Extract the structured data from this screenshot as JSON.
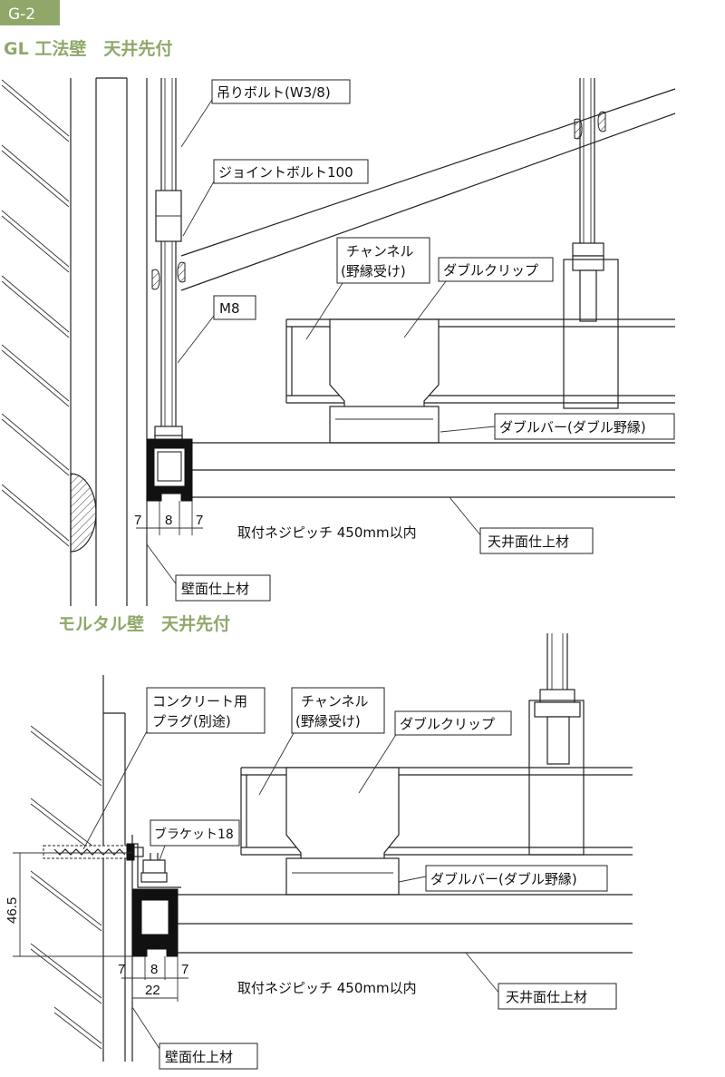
{
  "badge": "G-2",
  "section1": {
    "title": "GL 工法壁　天井先付",
    "labels": {
      "hanging_bolt": "吊りボルト(W3/8)",
      "joint_bolt": "ジョイントボルト100",
      "m8": "M8",
      "channel_line1": "チャンネル",
      "channel_line2": "(野縁受け)",
      "double_clip": "ダブルクリップ",
      "double_bar": "ダブルバー(ダブル野縁)",
      "screw_pitch": "取付ネジピッチ 450mm以内",
      "ceiling_finish": "天井面仕上材",
      "wall_finish": "壁面仕上材"
    },
    "dims": [
      "7",
      "8",
      "7"
    ]
  },
  "section2": {
    "title": "モルタル壁　天井先付",
    "labels": {
      "plug_line1": "コンクリート用",
      "plug_line2": "プラグ(別途)",
      "channel_line1": "チャンネル",
      "channel_line2": "(野縁受け)",
      "double_clip": "ダブルクリップ",
      "bracket": "ブラケット18",
      "double_bar": "ダブルバー(ダブル野縁)",
      "screw_pitch": "取付ネジピッチ 450mm以内",
      "ceiling_finish": "天井面仕上材",
      "wall_finish": "壁面仕上材"
    },
    "dims": [
      "7",
      "8",
      "7"
    ],
    "dim_width": "22",
    "dim_height": "46.5"
  }
}
